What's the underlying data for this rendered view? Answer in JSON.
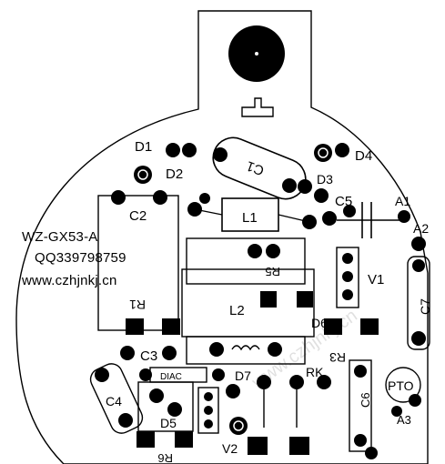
{
  "board": {
    "model": "WZ-GX53-A",
    "qq": "QQ339798759",
    "website": "www.czhjnkj.cn",
    "watermark": "www.czhjnkj.cn"
  },
  "components": {
    "d1": "D1",
    "d2": "D2",
    "d3": "D3",
    "d4": "D4",
    "c1": "C1",
    "c2": "C2",
    "c3": "C3",
    "c4": "C4",
    "c5": "C5",
    "c6": "C6",
    "c7": "C7",
    "l1": "L1",
    "l2": "L2",
    "r1": "R1",
    "r3": "R3",
    "r5": "R5",
    "r6": "R6",
    "v1": "V1",
    "v2": "V2",
    "a1": "A1",
    "a2": "A2",
    "a3": "A3",
    "rk": "RK",
    "pto": "PTO",
    "d5": "D5",
    "d6": "D6",
    "d7": "D7",
    "diac": "DIAC"
  }
}
